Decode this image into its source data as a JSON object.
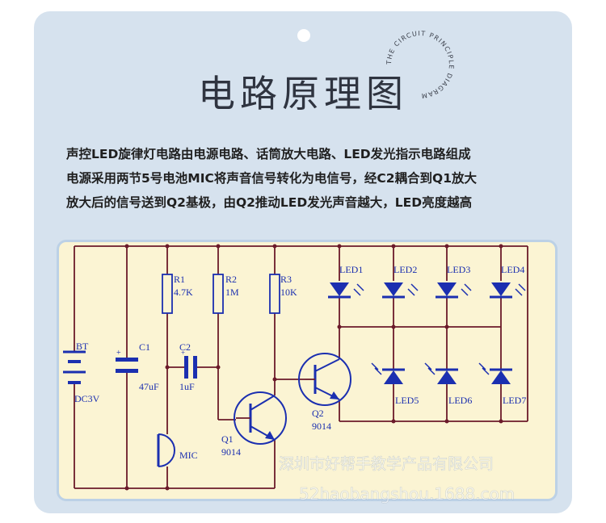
{
  "header": {
    "title": "电路原理图",
    "badge_text": "THE CIRCUIT PRINCIPLE DIAGRAM"
  },
  "description": {
    "lines": [
      "声控LED旋律灯电路由电源电路、话筒放大电路、LED发光指示电路组成",
      "电源采用两节5号电池MIC将声音信号转化为电信号，经C2耦合到Q1放大",
      "放大后的信号送到Q2基极，由Q2推动LED发光声音越大，LED亮度越高"
    ]
  },
  "circuit": {
    "battery": {
      "name": "BT",
      "value": "DC3V"
    },
    "c1": {
      "name": "C1",
      "value": "47uF"
    },
    "c2": {
      "name": "C2",
      "value": "1uF"
    },
    "r1": {
      "name": "R1",
      "value": "4.7K"
    },
    "r2": {
      "name": "R2",
      "value": "1M"
    },
    "r3": {
      "name": "R3",
      "value": "10K"
    },
    "mic": {
      "name": "MIC"
    },
    "q1": {
      "name": "Q1",
      "model": "9014"
    },
    "q2": {
      "name": "Q2",
      "model": "9014"
    },
    "leds_top": [
      "LED1",
      "LED2",
      "LED3",
      "LED4"
    ],
    "leds_bottom": [
      "LED5",
      "LED6",
      "LED7"
    ]
  },
  "watermark": {
    "line1": "深圳市好帮手教学产品有限公司",
    "line2": "52haobangshou.1688.com"
  },
  "colors": {
    "card": "#d6e2ee",
    "board": "#fbf4d3",
    "wire": "#6b1a2a",
    "component": "#1b2fb0"
  }
}
